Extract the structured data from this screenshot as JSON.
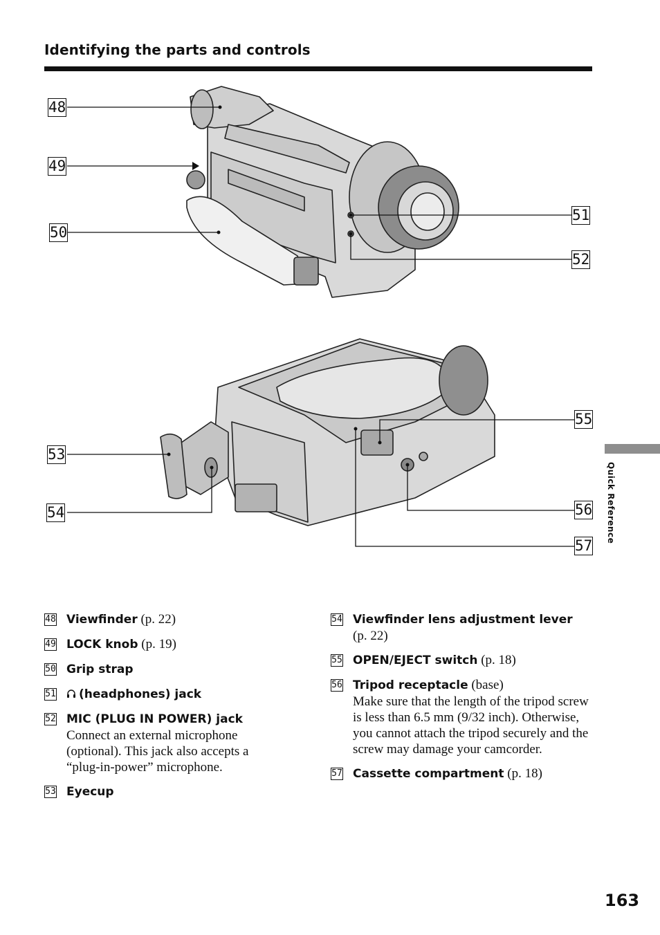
{
  "header": {
    "title": "Identifying the parts and controls"
  },
  "side_tab": {
    "label": "Quick Reference"
  },
  "page_number": "163",
  "callouts": [
    "48",
    "49",
    "50",
    "51",
    "52",
    "53",
    "54",
    "55",
    "56",
    "57"
  ],
  "legend": {
    "left": [
      {
        "num": "48",
        "name": "Viewfinder",
        "ref": "(p. 22)",
        "desc": ""
      },
      {
        "num": "49",
        "name": "LOCK knob",
        "ref": "(p. 19)",
        "desc": ""
      },
      {
        "num": "50",
        "name": "Grip strap",
        "ref": "",
        "desc": ""
      },
      {
        "num": "51",
        "name": "(headphones) jack",
        "ref": "",
        "desc": "",
        "icon": "headphones-icon"
      },
      {
        "num": "52",
        "name": "MIC (PLUG IN POWER) jack",
        "ref": "",
        "desc": "Connect an external microphone (optional). This jack also accepts a “plug-in-power” microphone."
      },
      {
        "num": "53",
        "name": "Eyecup",
        "ref": "",
        "desc": ""
      }
    ],
    "right": [
      {
        "num": "54",
        "name": "Viewfinder lens adjustment lever",
        "ref": "(p. 22)",
        "desc": ""
      },
      {
        "num": "55",
        "name": "OPEN/EJECT switch",
        "ref": "(p. 18)",
        "desc": ""
      },
      {
        "num": "56",
        "name": "Tripod receptacle",
        "ref": "(base)",
        "desc": "Make sure that the length of the tripod screw is less than 6.5 mm (9/32 inch). Otherwise, you cannot attach the tripod securely and the screw may damage your camcorder."
      },
      {
        "num": "57",
        "name": "Cassette compartment",
        "ref": "(p. 18)",
        "desc": ""
      }
    ]
  }
}
